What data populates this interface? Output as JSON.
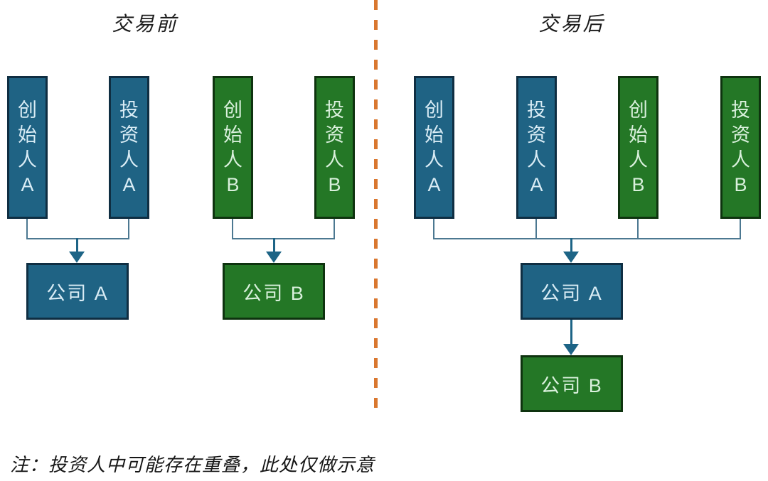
{
  "panels": {
    "before": {
      "title": "交易前",
      "persons": [
        {
          "label": "创始人 A"
        },
        {
          "label": "投资人 A"
        },
        {
          "label": "创始人 B"
        },
        {
          "label": "投资人 B"
        }
      ],
      "companies": [
        {
          "label": "公司 A"
        },
        {
          "label": "公司 B"
        }
      ]
    },
    "after": {
      "title": "交易后",
      "persons": [
        {
          "label": "创始人 A"
        },
        {
          "label": "投资人 A"
        },
        {
          "label": "创始人 B"
        },
        {
          "label": "投资人 B"
        }
      ],
      "companies": [
        {
          "label": "公司 A"
        },
        {
          "label": "公司 B"
        }
      ]
    }
  },
  "note": "注：投资人中可能存在重叠，此处仅做示意",
  "colors": {
    "box_blue_fill": "#1f6384",
    "box_blue_border": "#0f2e42",
    "box_green_fill": "#247726",
    "box_green_border": "#0e330f",
    "connector_line": "#4c7891",
    "arrow": "#1d6486",
    "divider_dash": "#d9772f",
    "text_on_blue": "#d9ecf5",
    "text_on_green": "#d9f0dc",
    "title_text": "#1c1c1c"
  }
}
